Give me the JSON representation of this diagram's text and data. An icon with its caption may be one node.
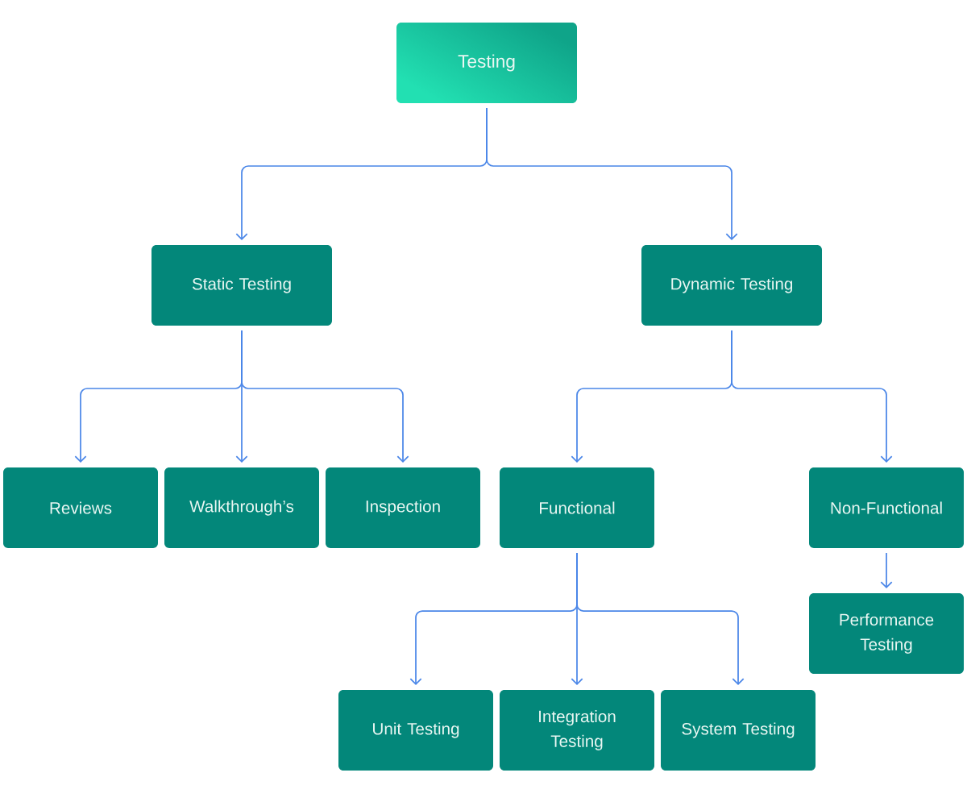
{
  "diagram": {
    "nodes": [
      {
        "text": [
          "Testing"
        ]
      },
      {
        "text": [
          "Static Testing"
        ]
      },
      {
        "text": [
          "Dynamic Testing"
        ]
      },
      {
        "text": [
          "Reviews"
        ]
      },
      {
        "text": [
          "Walkthrough’s"
        ]
      },
      {
        "text": [
          "Inspection"
        ]
      },
      {
        "text": [
          "Functional"
        ]
      },
      {
        "text": [
          "Non-Functional"
        ]
      },
      {
        "text": [
          "Performance Testing"
        ]
      },
      {
        "text": [
          "Unit Testing"
        ]
      },
      {
        "text": [
          "Integration Testing"
        ]
      },
      {
        "text": [
          "System Testing"
        ]
      }
    ],
    "edges": [
      {
        "from": 0,
        "to": 1,
        "arrow": "to"
      },
      {
        "from": 0,
        "to": 2,
        "arrow": "to"
      },
      {
        "from": 1,
        "to": 3,
        "arrow": "to"
      },
      {
        "from": 1,
        "to": 4,
        "arrow": "to"
      },
      {
        "from": 1,
        "to": 5,
        "arrow": "to"
      },
      {
        "from": 2,
        "to": 6,
        "arrow": "to"
      },
      {
        "from": 2,
        "to": 7,
        "arrow": "to"
      },
      {
        "from": 6,
        "to": 9,
        "arrow": "to"
      },
      {
        "from": 6,
        "to": 10,
        "arrow": "to"
      },
      {
        "from": 6,
        "to": 11,
        "arrow": "to"
      },
      {
        "from": 7,
        "to": 8,
        "arrow": "to"
      }
    ]
  }
}
